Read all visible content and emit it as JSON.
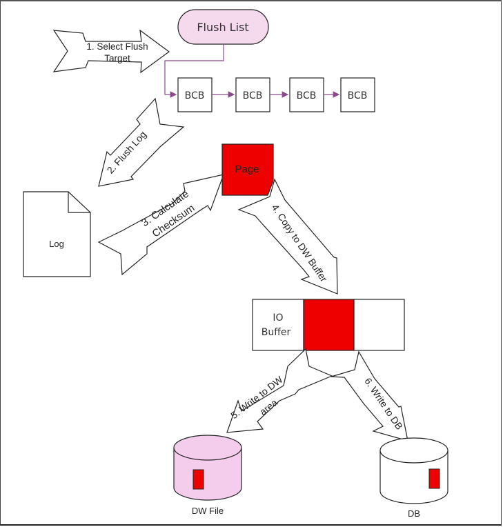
{
  "colors": {
    "page_red": "#ee0000",
    "flush_list_fill": "#f5d9ec",
    "dw_file_fill": "#f5cdec",
    "link_purple": "#8b4a8b",
    "stroke": "#222222"
  },
  "flush_list": {
    "label": "Flush List"
  },
  "bcb_chain": [
    {
      "label": "BCB"
    },
    {
      "label": "BCB"
    },
    {
      "label": "BCB"
    },
    {
      "label": "BCB"
    }
  ],
  "page": {
    "label": "Page"
  },
  "log": {
    "label": "Log"
  },
  "io_buffer": {
    "line1": "IO",
    "line2": "Buffer"
  },
  "dw_file": {
    "label": "DW File"
  },
  "db": {
    "label": "DB"
  },
  "steps": [
    {
      "line1": "1. Select Flush",
      "line2": "Target"
    },
    {
      "line1": "2. Flush Log"
    },
    {
      "line1": "3. Calculate",
      "line2": "Checksum"
    },
    {
      "line1": "4. Copy to DW Buffer"
    },
    {
      "line1": "5. Write to DW",
      "line2": "area"
    },
    {
      "line1": "6. Write to DB"
    }
  ]
}
